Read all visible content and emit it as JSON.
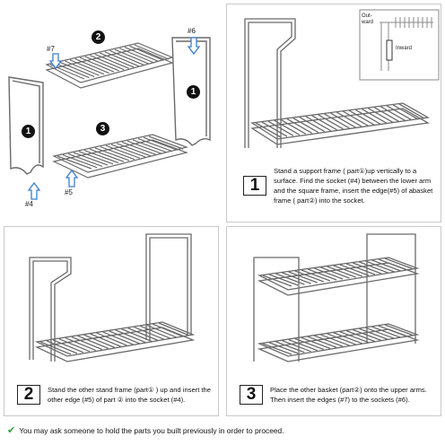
{
  "parts": {
    "badge_1": "1",
    "badge_2": "2",
    "badge_3": "3",
    "badge_1b": "1",
    "label_4": "#4",
    "label_5": "#5",
    "label_6": "#6",
    "label_7": "#7"
  },
  "step1": {
    "number": "1",
    "text": "Stand a support frame ( part①)up vertically to a surface. Find the socket (#4) between the lower arm and the square frame, insert the edge(#5) of abasket frame ( part②) into the socket.",
    "outward_label": "Out-ward",
    "inward_label": "Inward"
  },
  "step2": {
    "number": "2",
    "text": "Stand the other stand frame (part① ) up and insert the other edge (#5) of part ② into the socket (#4)."
  },
  "step3": {
    "number": "3",
    "text": "Place the other basket (part②) onto the upper arms. Then insert the edges (#7) to the sockets (#6)."
  },
  "footer": {
    "note": "You may ask someone to hold the parts you built previously in order to proceed.",
    "check_icon": "check-icon"
  },
  "colors": {
    "wire": "#6a6a6a",
    "accent_blue": "#3a7fd0",
    "check_green": "#2e9b3a"
  }
}
